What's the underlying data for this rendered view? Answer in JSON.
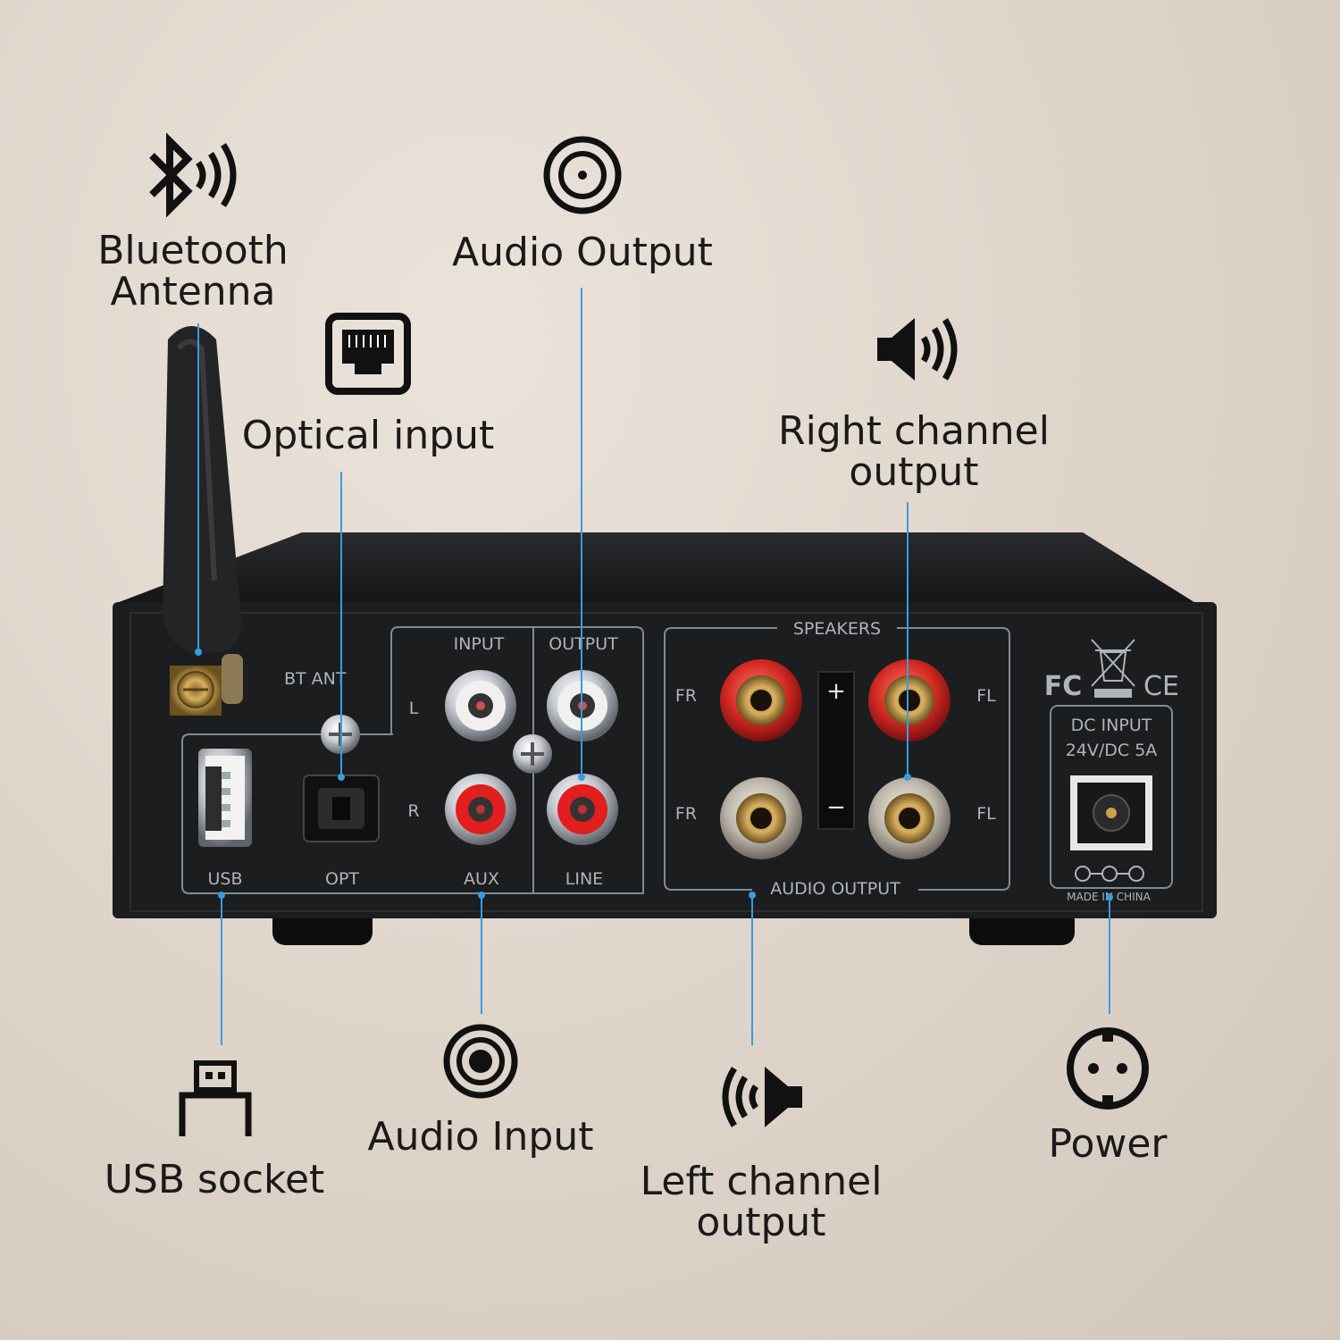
{
  "callouts": {
    "bluetooth": {
      "label": "Bluetooth\nAntenna",
      "icon": "bluetooth-icon"
    },
    "audio_output": {
      "label": "Audio Output",
      "icon": "disc-icon"
    },
    "optical": {
      "label": "Optical input",
      "icon": "optical-port-icon"
    },
    "right_channel": {
      "label": "Right channel\noutput",
      "icon": "speaker-right-icon"
    },
    "usb": {
      "label": "USB socket",
      "icon": "usb-icon"
    },
    "audio_input": {
      "label": "Audio Input",
      "icon": "rca-jack-icon"
    },
    "left_channel": {
      "label": "Left channel\noutput",
      "icon": "speaker-left-icon"
    },
    "power": {
      "label": "Power",
      "icon": "power-socket-icon"
    }
  },
  "panel": {
    "bt_ant": "BT ANT",
    "input": "INPUT",
    "output": "OUTPUT",
    "l": "L",
    "r": "R",
    "usb": "USB",
    "opt": "OPT",
    "aux": "AUX",
    "line": "LINE",
    "speakers": "SPEAKERS",
    "fr": "FR",
    "fl": "FL",
    "plus": "+",
    "minus": "−",
    "audio_output": "AUDIO OUTPUT",
    "dc_input": "DC INPUT",
    "dc_rating": "24V/DC  5A",
    "made_in": "MADE IN CHINA",
    "fc": "FC",
    "ce": "CE"
  },
  "colors": {
    "accent_line": "#3a9be0",
    "panel": "#1c1d1f",
    "silkscreen": "#aeb4bc"
  }
}
